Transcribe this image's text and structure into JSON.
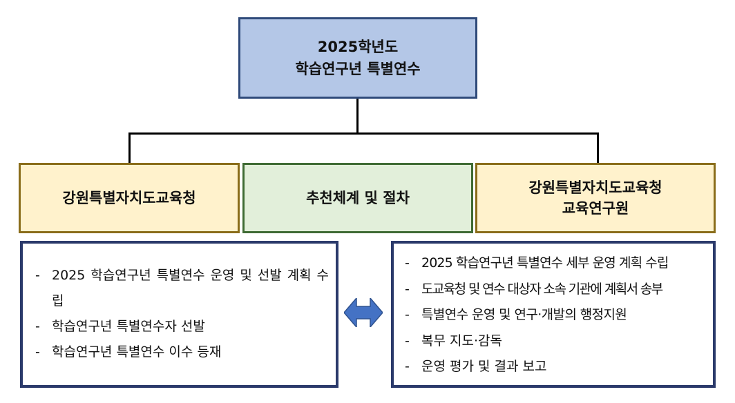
{
  "top": {
    "line1": "2025학년도",
    "line2": "학습연구년 특별연수"
  },
  "middle": [
    {
      "lines": [
        "강원특별자치도교육청"
      ]
    },
    {
      "lines": [
        "추천체계 및 절차"
      ]
    },
    {
      "lines": [
        "강원특별자치도교육청",
        "교육연구원"
      ]
    }
  ],
  "left_items": [
    "2025 학습연구년 특별연수 운영 및 선발 계획 수립",
    "학습연구년 특별연수자 선발",
    "학습연구년 특별연수 이수 등재"
  ],
  "right_items": [
    "2025 학습연구년 특별연수 세부 운영 계획 수립",
    "도교육청 및 연수 대상자 소속 기관에 계획서 송부",
    "특별연수 운영 및 연구·개발의 행정지원",
    "복무 지도·감독",
    "운영 평가 및 결과 보고"
  ],
  "bullet": "-",
  "colors": {
    "arrow": "#4472c4",
    "top_fill": "#b4c7e7",
    "side_fill": "#fff2cc",
    "center_fill": "#e2efda"
  }
}
